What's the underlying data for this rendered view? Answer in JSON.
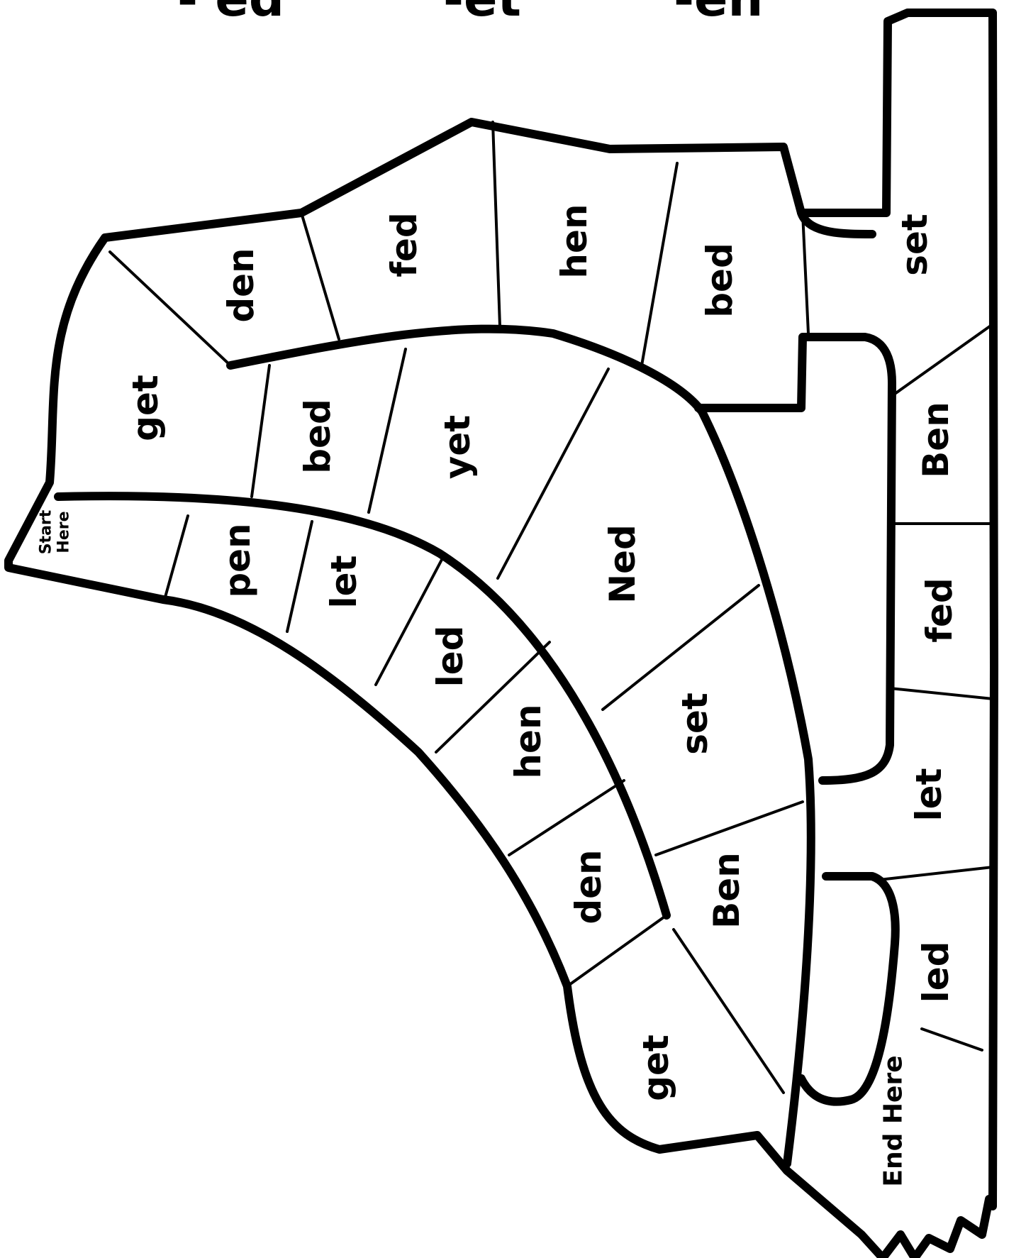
{
  "headers": [
    "- ed",
    "-et",
    "-en"
  ],
  "start_label": [
    "Start",
    "Here"
  ],
  "end_label": "End Here",
  "spaces": [
    "pen",
    "let",
    "led",
    "hen",
    "den",
    "get",
    "get",
    "bed",
    "yet",
    "Ned",
    "set",
    "Ben",
    "den",
    "fed",
    "hen",
    "bed",
    "set",
    "Ben",
    "fed",
    "let",
    "led"
  ]
}
